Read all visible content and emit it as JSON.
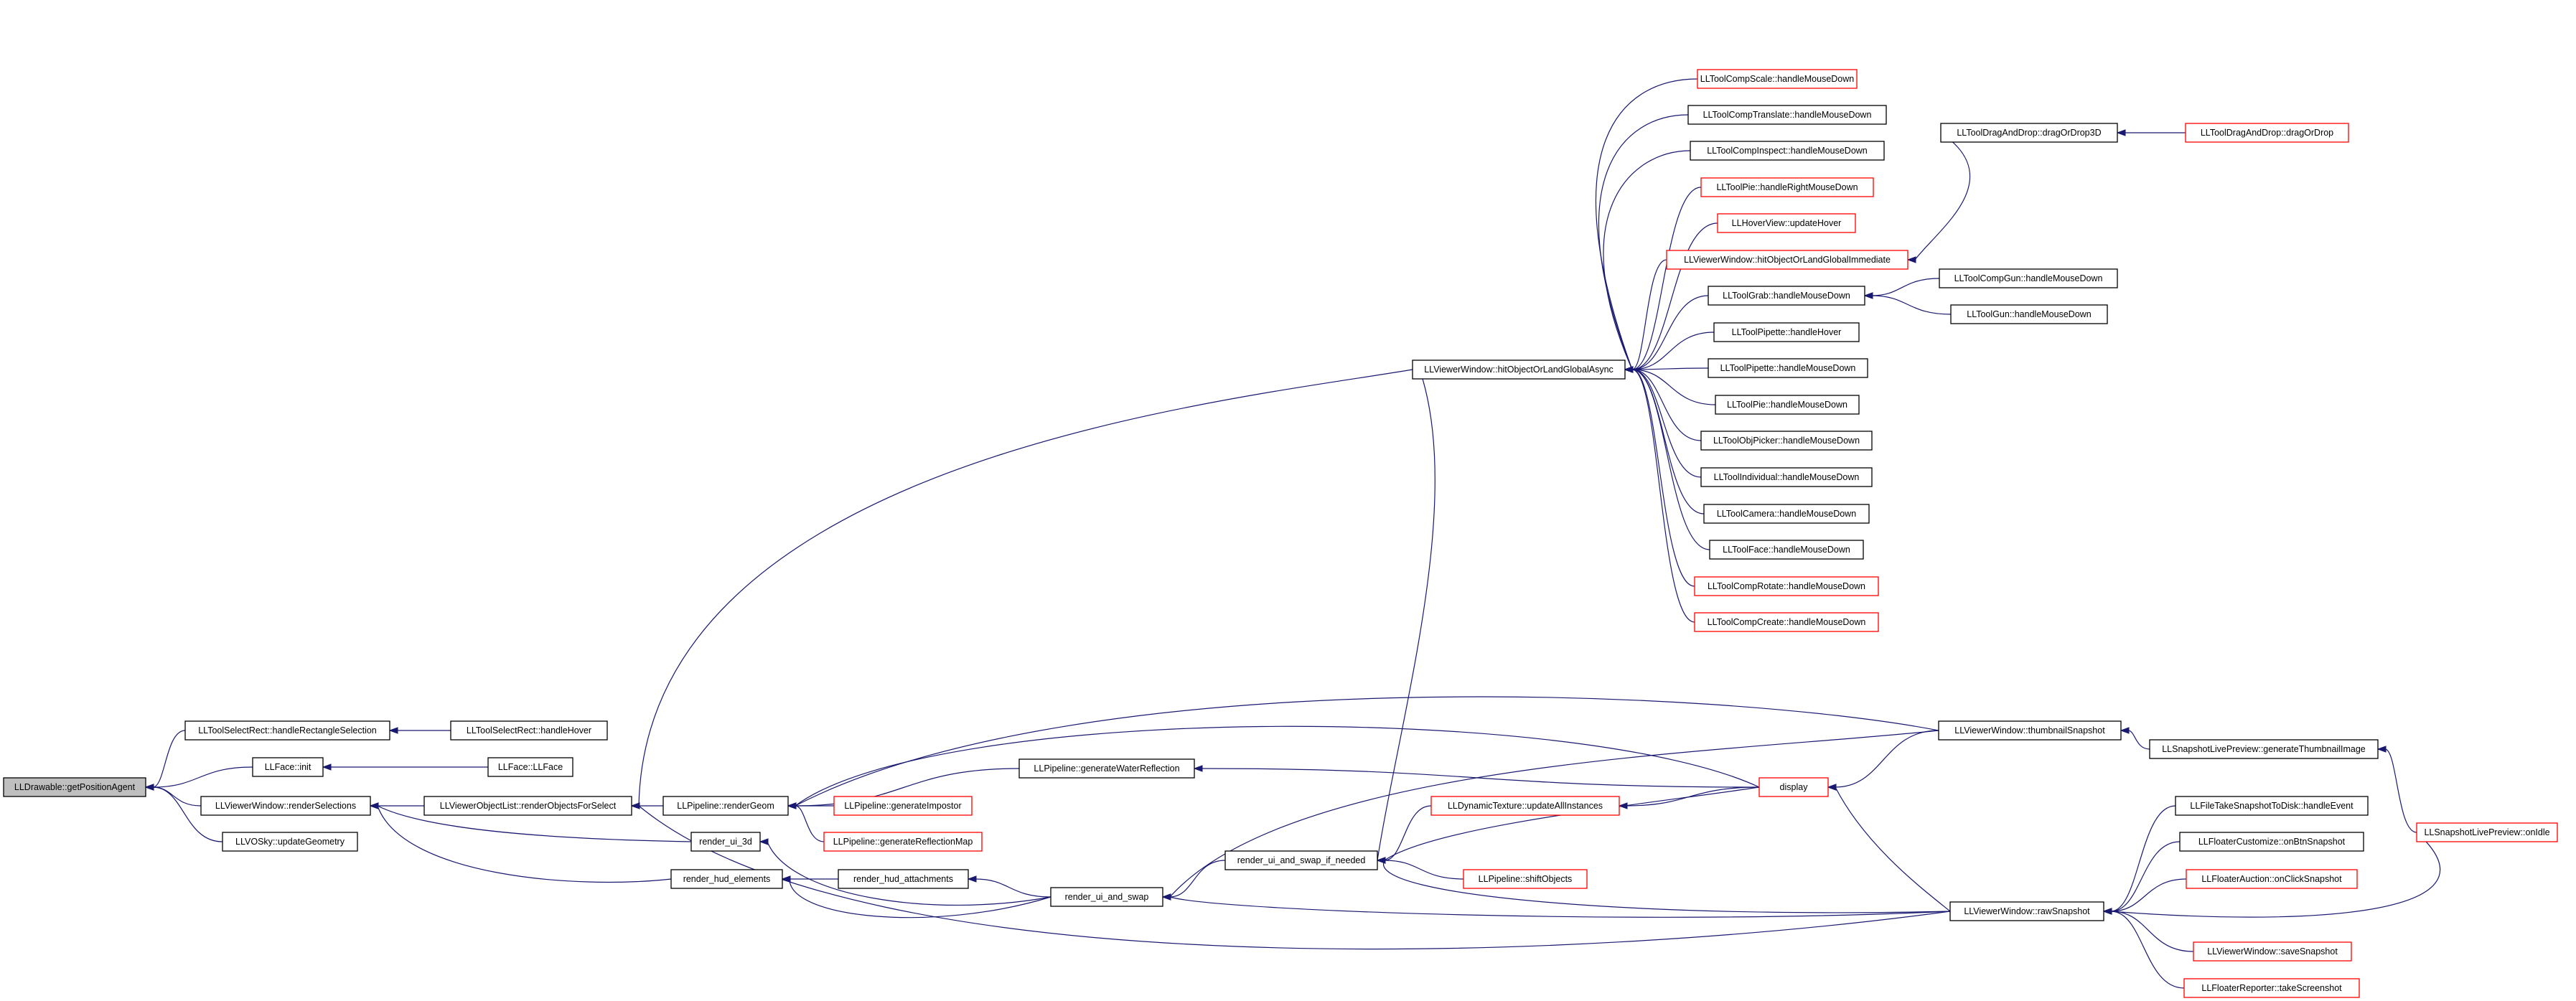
{
  "graph": {
    "root": "LLDrawable::getPositionAgent",
    "nodes": [
      {
        "id": "n0",
        "label": "LLDrawable::getPositionAgent",
        "style": "root"
      },
      {
        "id": "n1",
        "label": "LLToolSelectRect::handleRectangleSelection",
        "style": "black"
      },
      {
        "id": "n2",
        "label": "LLToolSelectRect::handleHover",
        "style": "black"
      },
      {
        "id": "n3",
        "label": "LLFace::init",
        "style": "black"
      },
      {
        "id": "n4",
        "label": "LLFace::LLFace",
        "style": "black"
      },
      {
        "id": "n5",
        "label": "LLViewerWindow::renderSelections",
        "style": "black"
      },
      {
        "id": "n6",
        "label": "LLViewerObjectList::renderObjectsForSelect",
        "style": "black"
      },
      {
        "id": "n7",
        "label": "LLVOSky::updateGeometry",
        "style": "black"
      },
      {
        "id": "n8",
        "label": "LLViewerWindow::hitObjectOrLandGlobalAsync",
        "style": "black"
      },
      {
        "id": "n9",
        "label": "LLToolCompScale::handleMouseDown",
        "style": "red"
      },
      {
        "id": "n10",
        "label": "LLToolCompTranslate::handleMouseDown",
        "style": "black"
      },
      {
        "id": "n11",
        "label": "LLToolCompInspect::handleMouseDown",
        "style": "black"
      },
      {
        "id": "n12",
        "label": "LLToolPie::handleRightMouseDown",
        "style": "red"
      },
      {
        "id": "n13",
        "label": "LLHoverView::updateHover",
        "style": "red"
      },
      {
        "id": "n14",
        "label": "LLViewerWindow::hitObjectOrLandGlobalImmediate",
        "style": "red"
      },
      {
        "id": "n15",
        "label": "LLToolGrab::handleMouseDown",
        "style": "black"
      },
      {
        "id": "n16",
        "label": "LLToolPipette::handleHover",
        "style": "black"
      },
      {
        "id": "n17",
        "label": "LLToolPipette::handleMouseDown",
        "style": "black"
      },
      {
        "id": "n18",
        "label": "LLToolPie::handleMouseDown",
        "style": "black"
      },
      {
        "id": "n19",
        "label": "LLToolObjPicker::handleMouseDown",
        "style": "black"
      },
      {
        "id": "n20",
        "label": "LLToolIndividual::handleMouseDown",
        "style": "black"
      },
      {
        "id": "n21",
        "label": "LLToolCamera::handleMouseDown",
        "style": "black"
      },
      {
        "id": "n22",
        "label": "LLToolFace::handleMouseDown",
        "style": "black"
      },
      {
        "id": "n23",
        "label": "LLToolCompRotate::handleMouseDown",
        "style": "red"
      },
      {
        "id": "n24",
        "label": "LLToolCompCreate::handleMouseDown",
        "style": "red"
      },
      {
        "id": "n25",
        "label": "LLToolDragAndDrop::dragOrDrop3D",
        "style": "black"
      },
      {
        "id": "n26",
        "label": "LLToolDragAndDrop::dragOrDrop",
        "style": "red"
      },
      {
        "id": "n27",
        "label": "LLToolCompGun::handleMouseDown",
        "style": "black"
      },
      {
        "id": "n28",
        "label": "LLToolGun::handleMouseDown",
        "style": "black"
      },
      {
        "id": "n29",
        "label": "LLPipeline::renderGeom",
        "style": "black"
      },
      {
        "id": "n30",
        "label": "LLPipeline::generateWaterReflection",
        "style": "black"
      },
      {
        "id": "n31",
        "label": "LLPipeline::generateImpostor",
        "style": "red"
      },
      {
        "id": "n32",
        "label": "LLPipeline::generateReflectionMap",
        "style": "red"
      },
      {
        "id": "n33",
        "label": "render_ui_3d",
        "style": "black"
      },
      {
        "id": "n34",
        "label": "render_hud_elements",
        "style": "black"
      },
      {
        "id": "n35",
        "label": "render_hud_attachments",
        "style": "black"
      },
      {
        "id": "n36",
        "label": "render_ui_and_swap",
        "style": "black"
      },
      {
        "id": "n37",
        "label": "render_ui_and_swap_if_needed",
        "style": "black"
      },
      {
        "id": "n38",
        "label": "LLDynamicTexture::updateAllInstances",
        "style": "red"
      },
      {
        "id": "n39",
        "label": "LLPipeline::shiftObjects",
        "style": "red"
      },
      {
        "id": "n40",
        "label": "display",
        "style": "red"
      },
      {
        "id": "n41",
        "label": "LLViewerWindow::thumbnailSnapshot",
        "style": "black"
      },
      {
        "id": "n42",
        "label": "LLSnapshotLivePreview::generateThumbnailImage",
        "style": "black"
      },
      {
        "id": "n43",
        "label": "LLSnapshotLivePreview::onIdle",
        "style": "red"
      },
      {
        "id": "n44",
        "label": "LLViewerWindow::rawSnapshot",
        "style": "black"
      },
      {
        "id": "n45",
        "label": "LLFileTakeSnapshotToDisk::handleEvent",
        "style": "black"
      },
      {
        "id": "n46",
        "label": "LLFloaterCustomize::onBtnSnapshot",
        "style": "black"
      },
      {
        "id": "n47",
        "label": "LLFloaterAuction::onClickSnapshot",
        "style": "red"
      },
      {
        "id": "n48",
        "label": "LLViewerWindow::saveSnapshot",
        "style": "red"
      },
      {
        "id": "n49",
        "label": "LLFloaterReporter::takeScreenshot",
        "style": "red"
      }
    ],
    "edges": [
      {
        "from": "n1",
        "to": "n0"
      },
      {
        "from": "n3",
        "to": "n0"
      },
      {
        "from": "n5",
        "to": "n0"
      },
      {
        "from": "n7",
        "to": "n0"
      },
      {
        "from": "n2",
        "to": "n1"
      },
      {
        "from": "n4",
        "to": "n3"
      },
      {
        "from": "n6",
        "to": "n5"
      },
      {
        "from": "n33",
        "to": "n5"
      },
      {
        "from": "n34",
        "to": "n5"
      },
      {
        "from": "n8",
        "to": "n6"
      },
      {
        "from": "n29",
        "to": "n6"
      },
      {
        "from": "n44",
        "to": "n6"
      },
      {
        "from": "n9",
        "to": "n8"
      },
      {
        "from": "n10",
        "to": "n8"
      },
      {
        "from": "n11",
        "to": "n8"
      },
      {
        "from": "n12",
        "to": "n8"
      },
      {
        "from": "n13",
        "to": "n8"
      },
      {
        "from": "n14",
        "to": "n8"
      },
      {
        "from": "n15",
        "to": "n8"
      },
      {
        "from": "n16",
        "to": "n8"
      },
      {
        "from": "n17",
        "to": "n8"
      },
      {
        "from": "n18",
        "to": "n8"
      },
      {
        "from": "n19",
        "to": "n8"
      },
      {
        "from": "n20",
        "to": "n8"
      },
      {
        "from": "n21",
        "to": "n8"
      },
      {
        "from": "n22",
        "to": "n8"
      },
      {
        "from": "n23",
        "to": "n8"
      },
      {
        "from": "n24",
        "to": "n8"
      },
      {
        "from": "n37",
        "to": "n8"
      },
      {
        "from": "n25",
        "to": "n14"
      },
      {
        "from": "n26",
        "to": "n25"
      },
      {
        "from": "n27",
        "to": "n15"
      },
      {
        "from": "n28",
        "to": "n15"
      },
      {
        "from": "n30",
        "to": "n29"
      },
      {
        "from": "n31",
        "to": "n29"
      },
      {
        "from": "n32",
        "to": "n29"
      },
      {
        "from": "n40",
        "to": "n29"
      },
      {
        "from": "n41",
        "to": "n29"
      },
      {
        "from": "n40",
        "to": "n30"
      },
      {
        "from": "n36",
        "to": "n33"
      },
      {
        "from": "n35",
        "to": "n34"
      },
      {
        "from": "n36",
        "to": "n34"
      },
      {
        "from": "n36",
        "to": "n35"
      },
      {
        "from": "n37",
        "to": "n36"
      },
      {
        "from": "n41",
        "to": "n36"
      },
      {
        "from": "n44",
        "to": "n36"
      },
      {
        "from": "n38",
        "to": "n37"
      },
      {
        "from": "n39",
        "to": "n37"
      },
      {
        "from": "n40",
        "to": "n37"
      },
      {
        "from": "n44",
        "to": "n37"
      },
      {
        "from": "n40",
        "to": "n38"
      },
      {
        "from": "n41",
        "to": "n40"
      },
      {
        "from": "n44",
        "to": "n40"
      },
      {
        "from": "n42",
        "to": "n41"
      },
      {
        "from": "n43",
        "to": "n42"
      },
      {
        "from": "n45",
        "to": "n44"
      },
      {
        "from": "n46",
        "to": "n44"
      },
      {
        "from": "n47",
        "to": "n44"
      },
      {
        "from": "n48",
        "to": "n44"
      },
      {
        "from": "n49",
        "to": "n44"
      },
      {
        "from": "n43",
        "to": "n44"
      }
    ]
  },
  "colors": {
    "edge": "#191970",
    "node_border": "#000000",
    "node_border_truncated": "#ff0000",
    "root_fill": "#bfbfbf",
    "background": "#ffffff"
  }
}
